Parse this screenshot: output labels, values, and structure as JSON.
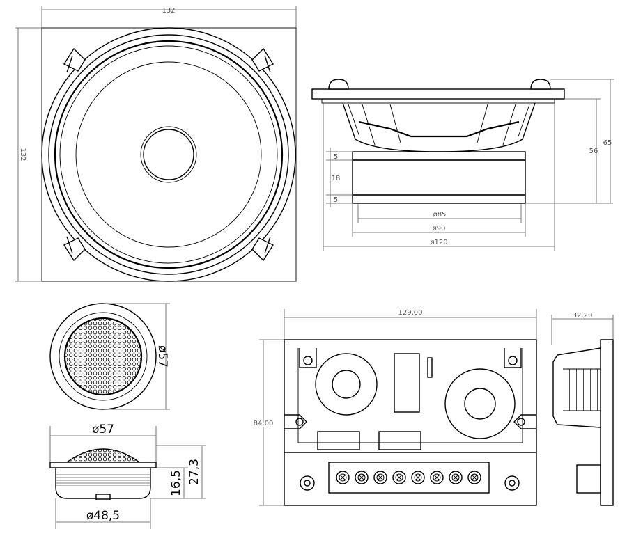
{
  "woofer_front": {
    "width": "132",
    "height": "132"
  },
  "woofer_side": {
    "height_total": "65",
    "height_body": "56",
    "d_upper": "5",
    "d_magnet": "18",
    "d_lower": "5",
    "dia_85": "ø85",
    "dia_90": "ø90",
    "dia_120": "ø120"
  },
  "tweeter_front": {
    "dia": "ø57"
  },
  "tweeter_side": {
    "dia_top": "ø57",
    "dia_bottom": "ø48,5",
    "h_small": "16,5",
    "h_total": "27,3"
  },
  "crossover_top": {
    "width": "129,00",
    "height": "84,00",
    "terminal_count": 8
  },
  "crossover_side": {
    "depth": "32,20"
  }
}
